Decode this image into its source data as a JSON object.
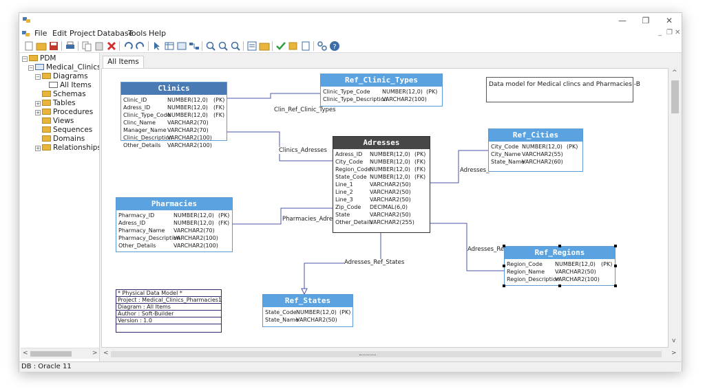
{
  "menu": [
    "File",
    "Edit",
    "Project",
    "Database",
    "Tools",
    "Help"
  ],
  "tree": {
    "root": "PDM",
    "project": "Medical_Clinics_I",
    "diagrams": "Diagrams",
    "all_items": "All Items",
    "items": [
      "Schemas",
      "Tables",
      "Procedures",
      "Views",
      "Sequences",
      "Domains",
      "Relationships"
    ]
  },
  "tab": "All Items",
  "status": "DB : Oracle 11",
  "entities": {
    "clinics": {
      "title": "Clinics",
      "rows": [
        [
          "Clinic_ID",
          "NUMBER(12,0)",
          "(PK)"
        ],
        [
          "Adress_ID",
          "NUMBER(12,0)",
          "(FK)"
        ],
        [
          "Clinic_Type_Code",
          "NUMBER(12,0)",
          "(FK)"
        ],
        [
          "Clinc_Name",
          "VARCHAR2(70)",
          ""
        ],
        [
          "Manager_Name",
          "VARCHAR2(70)",
          ""
        ],
        [
          "Clinic_Description",
          "VARCHAR2(100)",
          ""
        ],
        [
          "Other_Details",
          "VARCHAR2(100)",
          ""
        ]
      ]
    },
    "clinic_types": {
      "title": "Ref_Clinic_Types",
      "rows": [
        [
          "Clinic_Type_Code",
          "NUMBER(12,0)",
          "(PK)"
        ],
        [
          "Clinic_Type_Description",
          "VARCHAR2(100)",
          ""
        ]
      ]
    },
    "adresses": {
      "title": "Adresses",
      "rows": [
        [
          "Adress_ID",
          "NUMBER(12,0)",
          "(PK)"
        ],
        [
          "City_Code",
          "NUMBER(12,0)",
          "(FK)"
        ],
        [
          "Region_Code",
          "NUMBER(12,0)",
          "(FK)"
        ],
        [
          "State_Code",
          "NUMBER(12,0)",
          "(FK)"
        ],
        [
          "Line_1",
          "VARCHAR2(50)",
          ""
        ],
        [
          "Line_2",
          "VARCHAR2(50)",
          ""
        ],
        [
          "Line_3",
          "VARCHAR2(50)",
          ""
        ],
        [
          "Zip_Code",
          "DECIMAL(6,0)",
          ""
        ],
        [
          "State",
          "VARCHAR2(50)",
          ""
        ],
        [
          "Other_Details",
          "VARCHAR2(255)",
          ""
        ]
      ]
    },
    "cities": {
      "title": "Ref_Cities",
      "rows": [
        [
          "City_Code",
          "NUMBER(12,0)",
          "(PK)"
        ],
        [
          "City_Name",
          "VARCHAR2(55)",
          ""
        ],
        [
          "State_Name",
          "VARCHAR2(60)",
          ""
        ]
      ]
    },
    "pharmacies": {
      "title": "Pharmacies",
      "rows": [
        [
          "Pharmacy_ID",
          "NUMBER(12,0)",
          "(PK)"
        ],
        [
          "Adress_ID",
          "NUMBER(12,0)",
          "(FK)"
        ],
        [
          "Pharmacy_Name",
          "VARCHAR2(70)",
          ""
        ],
        [
          "Pharmacy_Description",
          "VARCHAR2(100)",
          ""
        ],
        [
          "Other_Details",
          "VARCHAR2(100)",
          ""
        ]
      ]
    },
    "regions": {
      "title": "Ref_Regions",
      "rows": [
        [
          "Region_Code",
          "NUMBER(12,0)",
          "(PK)"
        ],
        [
          "Region_Name",
          "VARCHAR2(50)",
          ""
        ],
        [
          "Region_Description",
          "VARCHAR2(100)",
          ""
        ]
      ]
    },
    "states": {
      "title": "Ref_States",
      "rows": [
        [
          "State_Code",
          "NUMBER(12,0)",
          "(PK)"
        ],
        [
          "State_Name",
          "VARCHAR2(50)",
          ""
        ]
      ]
    }
  },
  "relationships": {
    "clin_ref": "Clin_Ref_Clinic_Types",
    "clinics_adresses": "Clinics_Adresses",
    "pharmacies_adresses": "Pharmacies_Adresses",
    "adresses_ref_cities": "Adresses_R",
    "adresses_ref_states": "Adresses_Ref_States",
    "adresses_ref_regions": "Adresses_Ref_"
  },
  "note_text": "Data model for Medical clincs and Pharmacies -B",
  "info_box": [
    "* Physical Data Model *",
    "Project : Medical_Clinics_Pharmacies1",
    "Diagram : All Items",
    "Author : Soft-Builder",
    "Version : 1.0"
  ],
  "colors": {
    "header_dark": "#4a7ab4",
    "header_light": "#5ba3e0",
    "header_black": "#474747",
    "line": "#4a55a8"
  }
}
